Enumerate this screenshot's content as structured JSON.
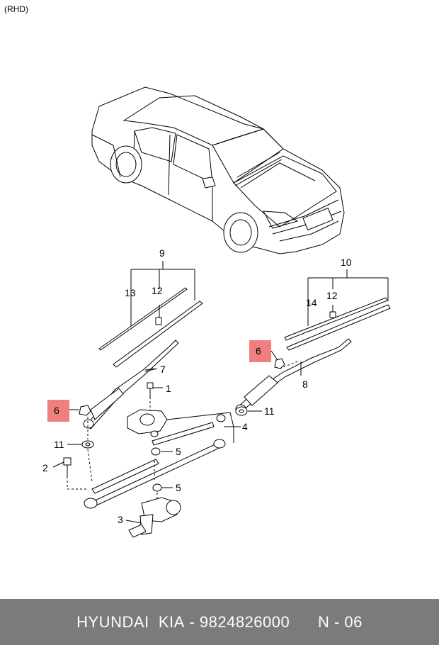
{
  "corner_label": "(RHD)",
  "highlight_color": "#f08080",
  "footer": {
    "brand": "HYUNDAI  KIA",
    "separator": " - ",
    "part_number": "9824826000",
    "page": "N - 06"
  },
  "callouts": {
    "c1": "1",
    "c2": "2",
    "c3": "3",
    "c4": "4",
    "c5a": "5",
    "c5b": "5",
    "c6a": "6",
    "c6b": "6",
    "c7": "7",
    "c8": "8",
    "c9": "9",
    "c10": "10",
    "c11a": "11",
    "c11b": "11",
    "c12a": "12",
    "c12b": "12",
    "c13": "13",
    "c14": "14"
  }
}
